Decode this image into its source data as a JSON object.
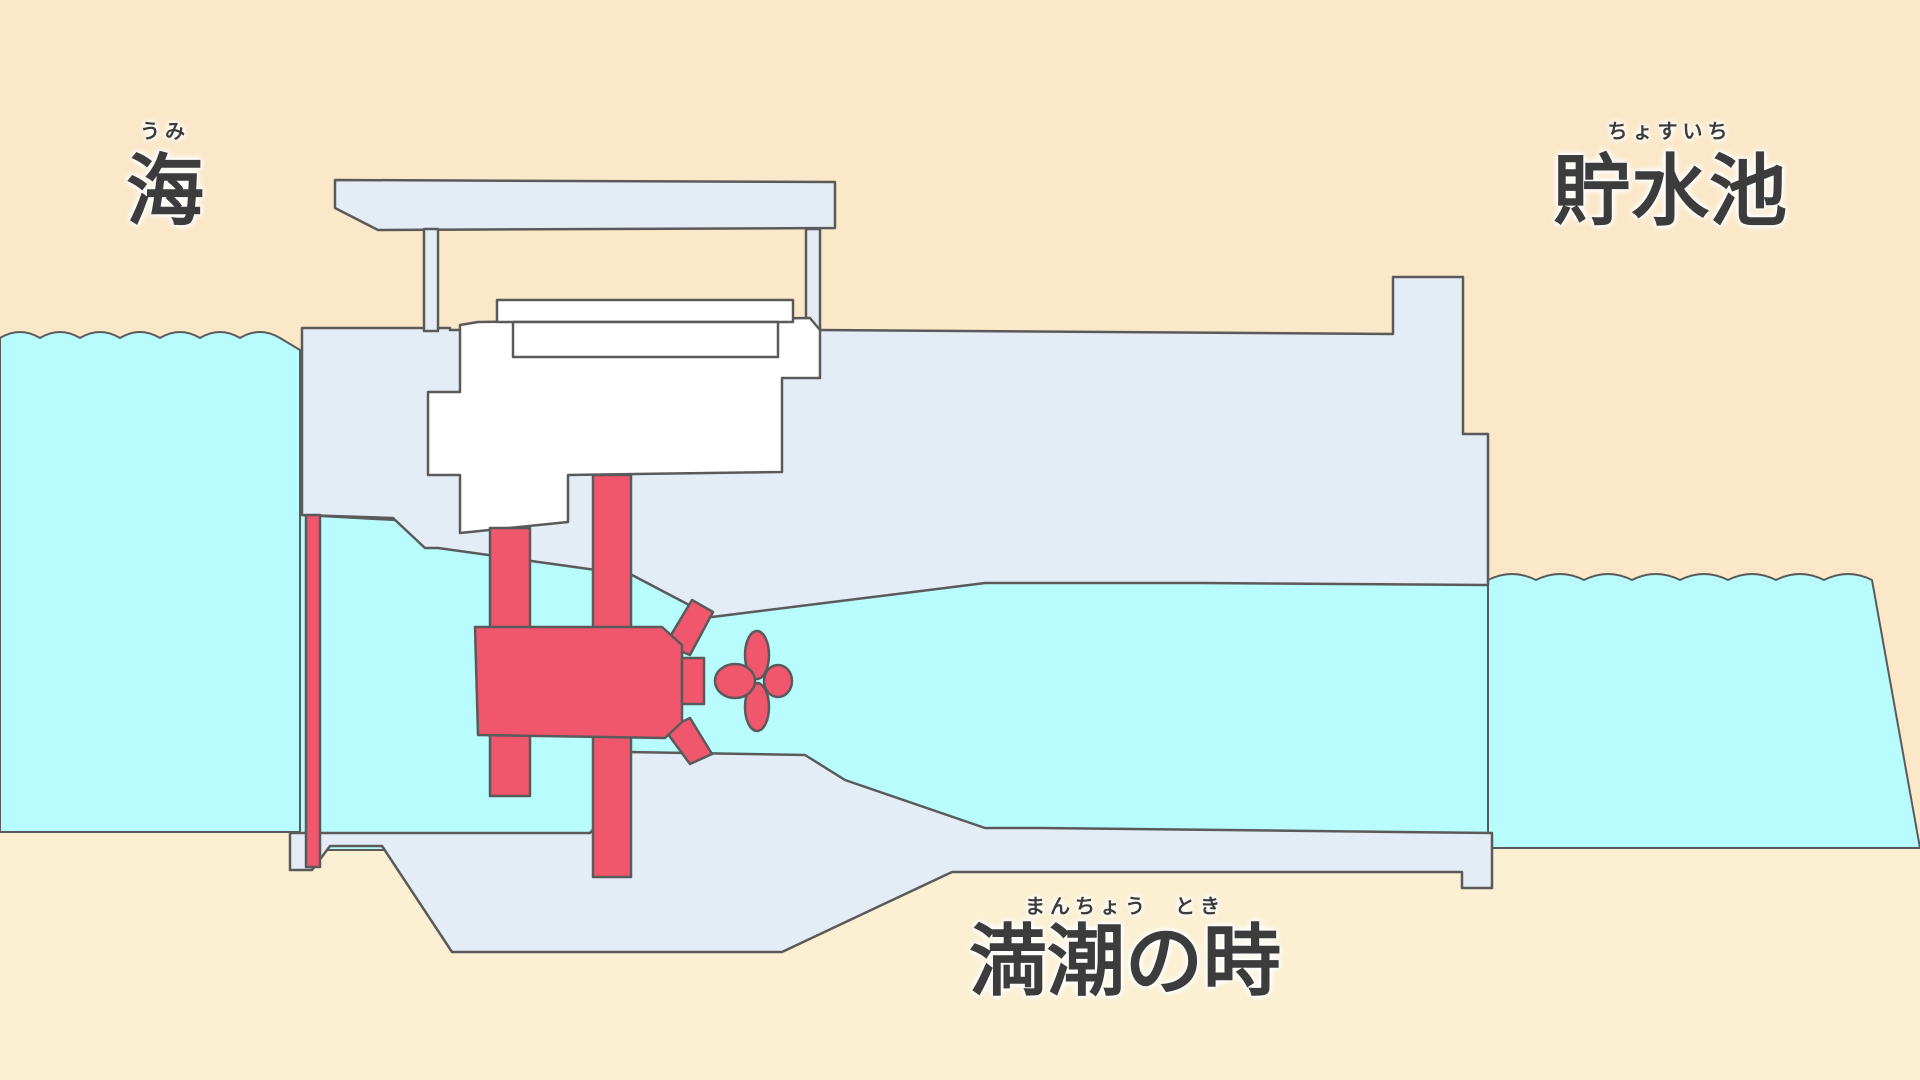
{
  "colors": {
    "sky": "#fbe8c8",
    "ground": "#fbf0d2",
    "water": "#b8fcfe",
    "structure": "#e4edf6",
    "equipment": "#ffffff",
    "turbine": "#f0566c",
    "outline": "#5a5a5a"
  },
  "labels": {
    "sea": "海",
    "sea_ruby": "うみ",
    "reservoir": "貯水池",
    "reservoir_ruby": "ちょすいち",
    "tide": "満潮の時",
    "tide_ruby": "まんちょう　とき"
  },
  "icons": {
    "turbine": "turbine-generator-icon",
    "propeller": "propeller-icon"
  }
}
